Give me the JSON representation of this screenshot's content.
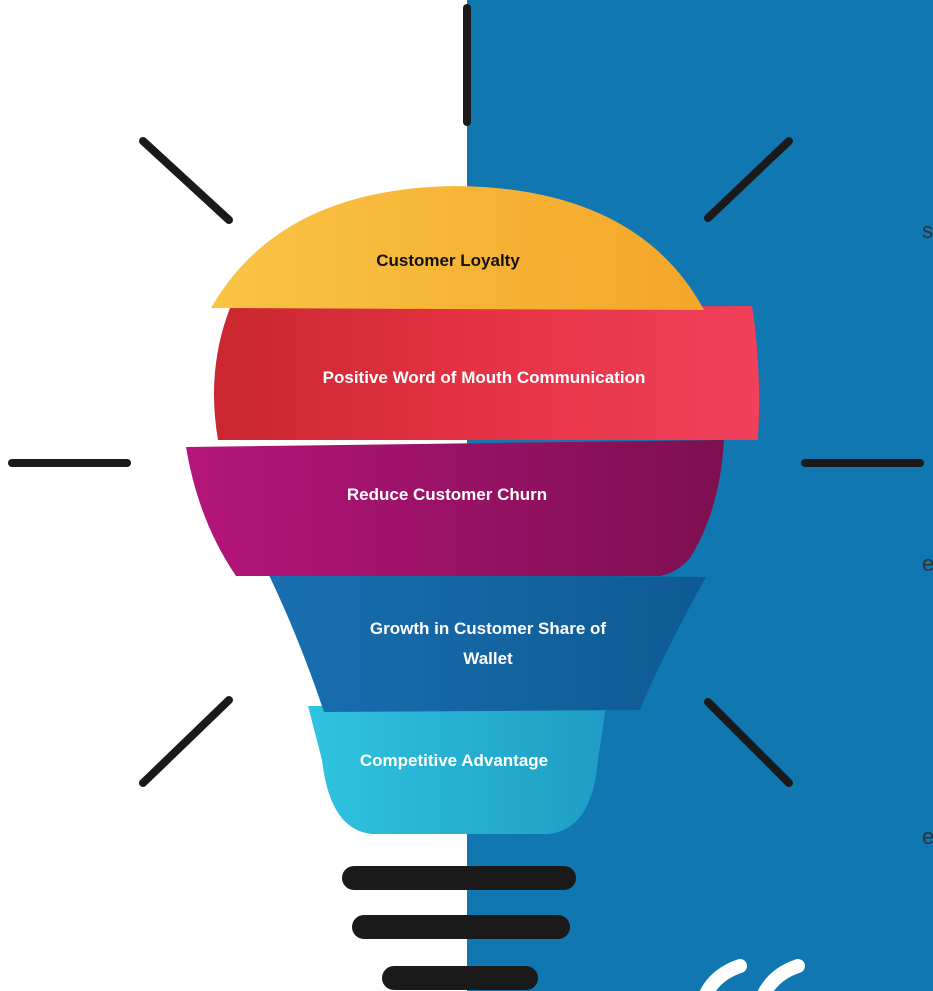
{
  "layers": [
    {
      "id": "customer-loyalty",
      "label": "Customer Loyalty"
    },
    {
      "id": "positive-word-of-mouth",
      "label": "Positive Word of Mouth Communication"
    },
    {
      "id": "reduce-churn",
      "label": "Reduce Customer Churn"
    },
    {
      "id": "share-of-wallet",
      "label_line1": "Growth in Customer Share of",
      "label_line2": "Wallet"
    },
    {
      "id": "competitive-advantage",
      "label": "Competitive Advantage"
    }
  ],
  "stray_text": [
    "s",
    "e",
    "e"
  ],
  "colors": {
    "background_left": "#ffffff",
    "background_right": "#1177b0",
    "ray": "#1a1a1a",
    "yellow": "#f6b53a",
    "red": "#e8334a",
    "magenta": "#9e1566",
    "blue": "#1263a0",
    "teal": "#30b9d6",
    "quote": "#ffffff"
  }
}
